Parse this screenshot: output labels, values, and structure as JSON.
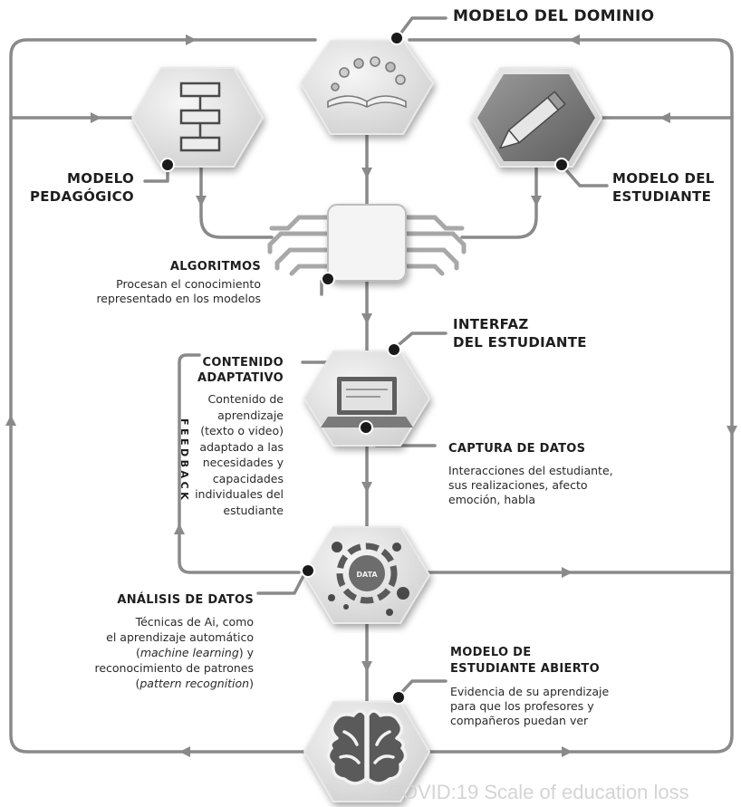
{
  "diagram": {
    "modelo_dominio": {
      "title": "MODELO DEL DOMINIO"
    },
    "modelo_pedagogico": {
      "title_lines": [
        "MODELO",
        "PEDAGÓGICO"
      ]
    },
    "modelo_estudiante": {
      "title_lines": [
        "MODELO DEL",
        "ESTUDIANTE"
      ]
    },
    "algoritmos": {
      "title": "ALGORITMOS",
      "desc_lines": [
        "Procesan el conocimiento",
        "representado en los modelos"
      ]
    },
    "interfaz": {
      "title_lines": [
        "INTERFAZ",
        "DEL ESTUDIANTE"
      ]
    },
    "contenido_adaptativo": {
      "title_lines": [
        "CONTENIDO",
        "ADAPTATIVO"
      ],
      "desc_lines": [
        "Contenido de",
        "aprendizaje",
        "(texto o video)",
        "adaptado a las",
        "necesidades y",
        "capacidades",
        "individuales del",
        "estudiante"
      ]
    },
    "captura_datos": {
      "title": "CAPTURA DE DATOS",
      "desc_lines": [
        "Interacciones del estudiante,",
        "sus realizaciones, afecto",
        "emoción, habla"
      ]
    },
    "feedback": {
      "label": "FEEDBACK"
    },
    "data_badge": {
      "label": "DATA"
    },
    "analisis_datos": {
      "title": "ANÁLISIS DE DATOS",
      "desc_line1": "Técnicas de Ai, como",
      "desc_line2": "el aprendizaje automático",
      "desc_line3_open": "(",
      "desc_line3_italic": "machine learning",
      "desc_line3_close": ") y",
      "desc_line4": "reconocimiento de patrones",
      "desc_line5_open": "(",
      "desc_line5_italic": "pattern recognition",
      "desc_line5_close": ")"
    },
    "modelo_abierto": {
      "title_lines": [
        "MODELO DE",
        "ESTUDIANTE ABIERTO"
      ],
      "desc_lines": [
        "Evidencia de su aprendizaje",
        "para que los profesores y",
        "compañeros puedan ver"
      ]
    }
  },
  "watermark": {
    "text": "COVID:19 Scale of education loss"
  },
  "colors": {
    "line": "#8a8a8a",
    "hex_light": "#ececec",
    "hex_dark": "#d3d3d3",
    "dot": "#1a1a1a"
  }
}
